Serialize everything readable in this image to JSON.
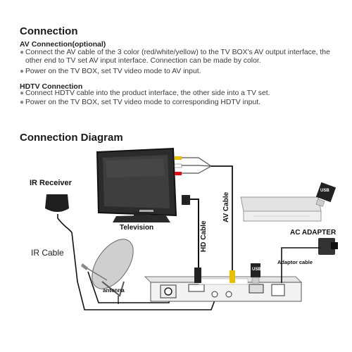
{
  "doc": {
    "title": "Connection",
    "sections": [
      {
        "heading": "AV Connection(optional)",
        "bullets": [
          "Connect the AV cable of the 3 color (red/white/yellow) to the TV BOX's AV output interface, the other end to TV set AV input interface. Connection can be made by color.",
          "Power on the TV BOX, set TV video mode to AV input."
        ]
      },
      {
        "heading": "HDTV Connection",
        "bullets": [
          "Connect HDTV cable into the product interface, the other side into a TV set.",
          "Power on the TV BOX, set TV video mode to corresponding HDTV input."
        ]
      }
    ],
    "diagram_title": "Connection Diagram"
  },
  "diagram": {
    "ir_receiver": "IR Receiver",
    "ir_cable": "IR Cable",
    "television": "Television",
    "hd_cable": "HD Cable",
    "av_cable": "AV Cable",
    "antenna": "antenna",
    "ac_adapter": "AC ADAPTER",
    "adaptor_cable": "Adaptor cable",
    "usb_top": "USB",
    "usb_mid": "USB"
  }
}
